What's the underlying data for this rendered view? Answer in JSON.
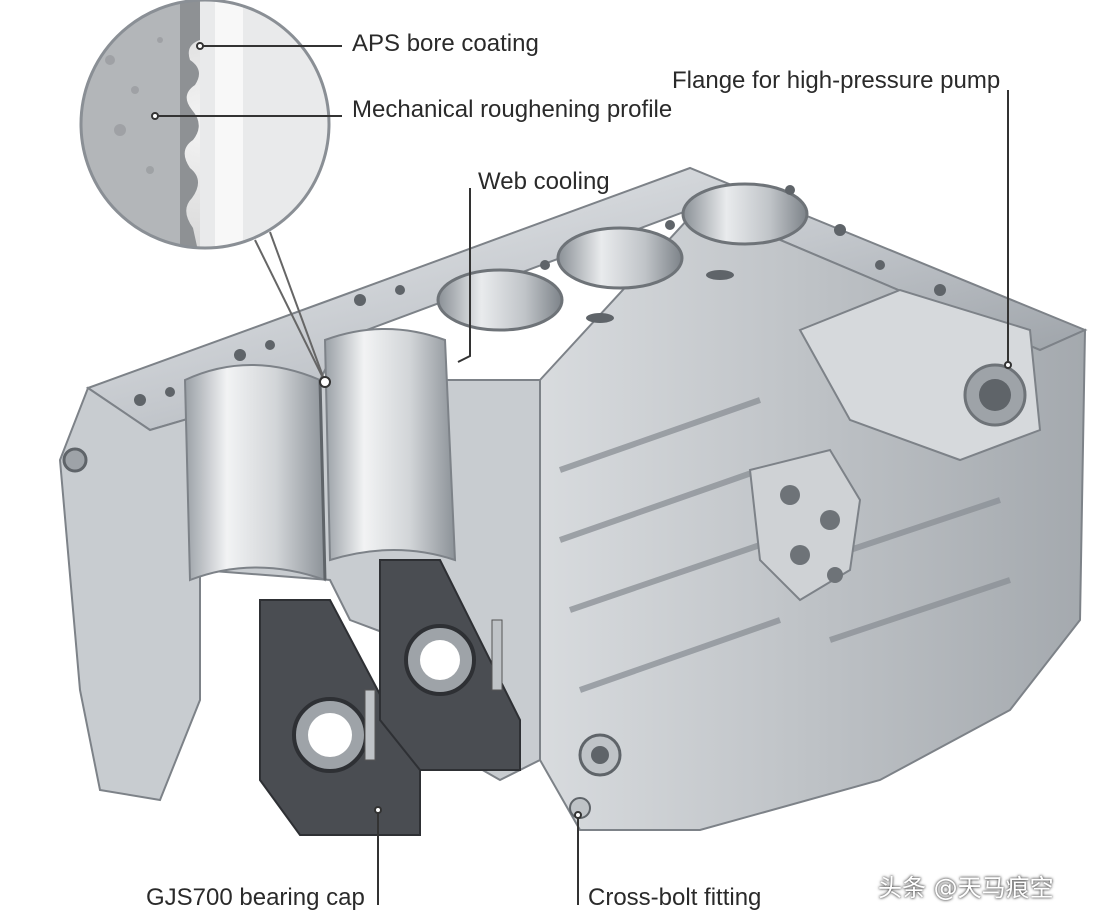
{
  "labels": {
    "aps_bore_coating": "APS bore coating",
    "mechanical_roughening_profile": "Mechanical roughening profile",
    "web_cooling": "Web cooling",
    "flange_high_pressure_pump": "Flange for high-pressure pump",
    "gjs700_bearing_cap": "GJS700 bearing cap",
    "cross_bolt_fitting": "Cross-bolt fitting"
  },
  "watermark": "头条 @天马痕空",
  "colors": {
    "label_text": "#2a2a2a",
    "leader_line": "#333333",
    "metal_light": "#e6e8ea",
    "metal_mid": "#b9bdc2",
    "metal_dark": "#6e7378",
    "bearing_cap": "#4a4d52"
  }
}
